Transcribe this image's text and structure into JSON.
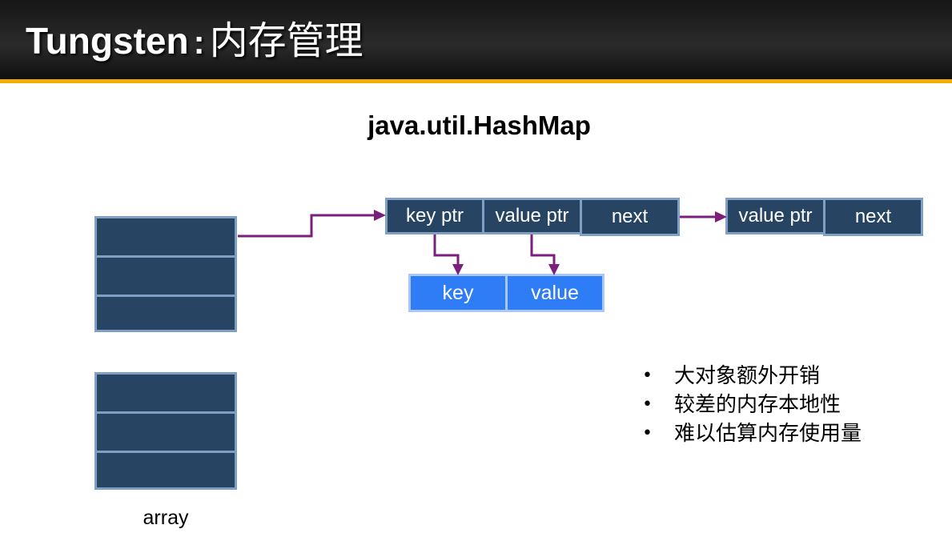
{
  "slide": {
    "title_en": "Tungsten",
    "title_sep": ":",
    "title_zh": "内存管理"
  },
  "diagram": {
    "title": "java.util.HashMap",
    "array_label": "array",
    "entry1": {
      "key_ptr": "key ptr",
      "value_ptr": "value ptr",
      "next": "next"
    },
    "entry2": {
      "value_ptr": "value ptr",
      "next": "next"
    },
    "key": "key",
    "value": "value"
  },
  "bullets": [
    "大对象额外开销",
    "较差的内存本地性",
    "难以估算内存使用量"
  ],
  "colors": {
    "node_fill": "#284463",
    "node_border": "#7f9fc5",
    "kv_fill": "#2f7df6",
    "arrow": "#7a1f7d",
    "title_stripe": "#f2ad00"
  }
}
